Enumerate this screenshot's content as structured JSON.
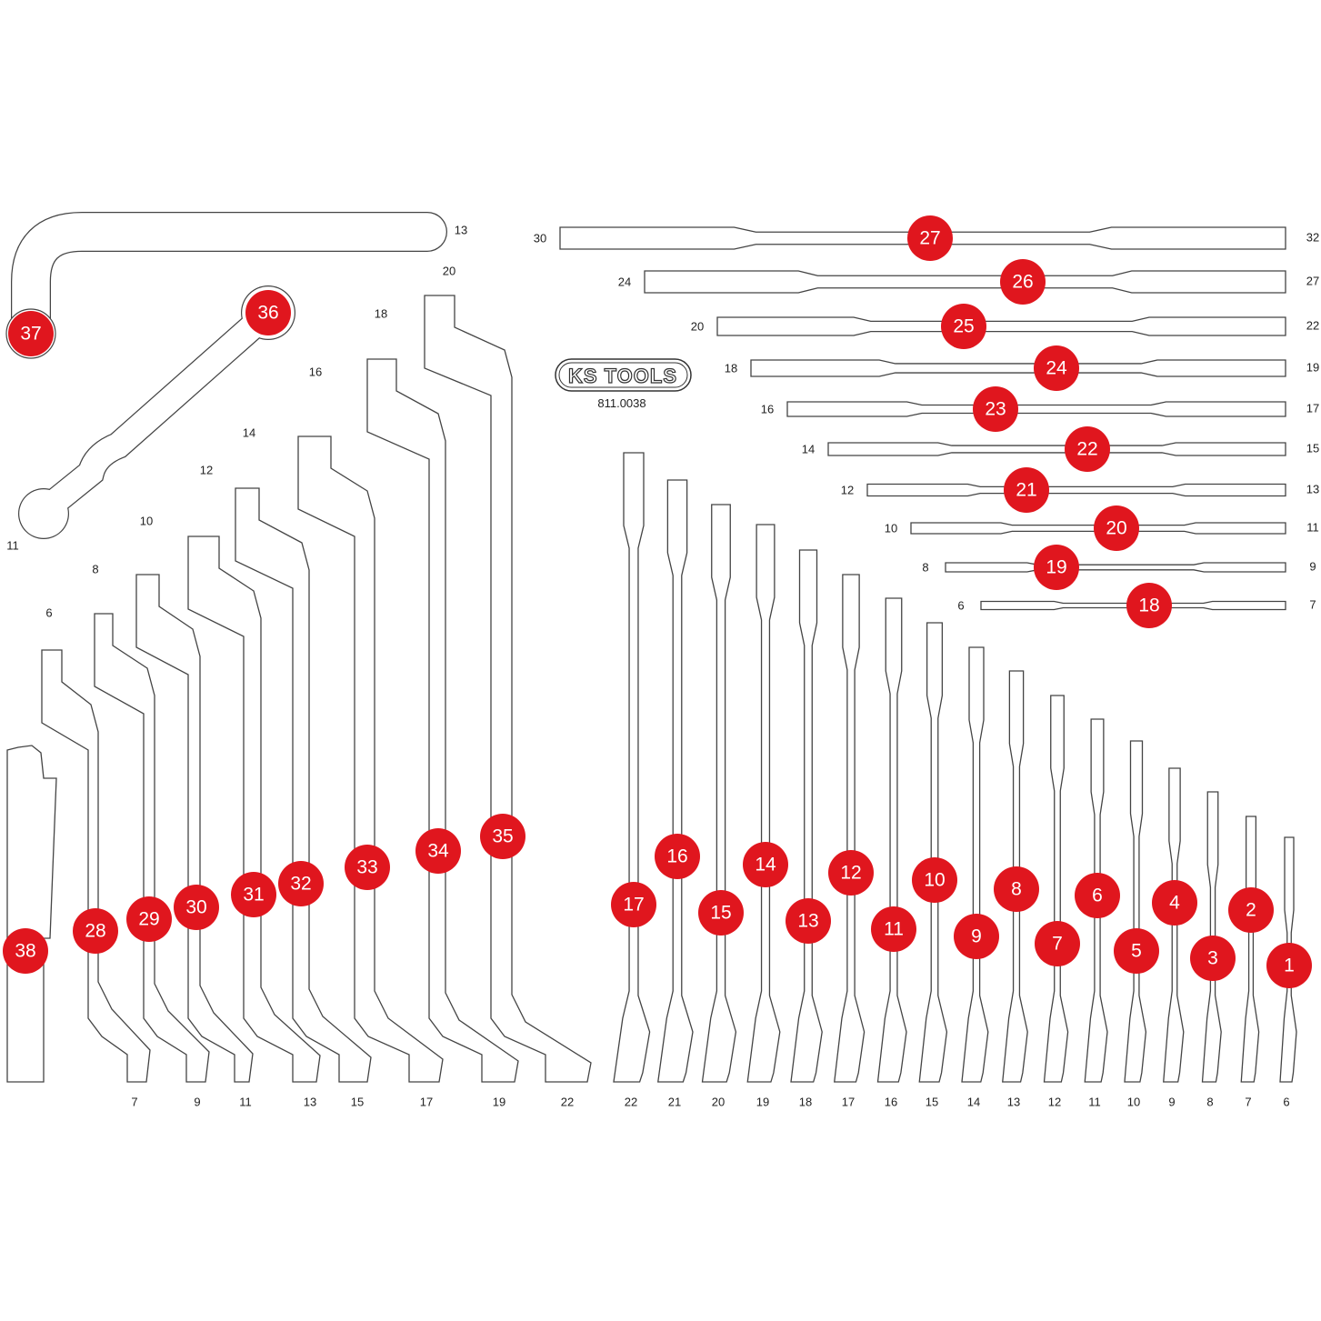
{
  "logo": {
    "brand": "KS TOOLS",
    "article_number": "811.0038"
  },
  "combination_wrenches": {
    "sizes": [
      "22",
      "21",
      "20",
      "19",
      "18",
      "17",
      "16",
      "15",
      "14",
      "13",
      "12",
      "11",
      "10",
      "9",
      "8",
      "7",
      "6"
    ],
    "badges": [
      "17",
      "16",
      "15",
      "14",
      "13",
      "12",
      "11",
      "10",
      "9",
      "8",
      "7",
      "6",
      "5",
      "4",
      "3",
      "2",
      "1"
    ]
  },
  "ratchet_wrenches": {
    "left_sizes": [
      "30",
      "24",
      "20",
      "18",
      "16",
      "14",
      "12",
      "10",
      "8",
      "6"
    ],
    "right_sizes": [
      "32",
      "27",
      "22",
      "19",
      "17",
      "15",
      "13",
      "11",
      "9",
      "7"
    ],
    "badges": [
      "27",
      "26",
      "25",
      "24",
      "23",
      "22",
      "21",
      "20",
      "19",
      "18"
    ]
  },
  "offset_ring_wrenches": {
    "top_sizes": [
      "6",
      "8",
      "10",
      "12",
      "14",
      "16",
      "18",
      "20"
    ],
    "bottom_sizes": [
      "7",
      "9",
      "11",
      "13",
      "15",
      "17",
      "19",
      "22"
    ],
    "badges": [
      "28",
      "29",
      "30",
      "31",
      "32",
      "33",
      "34",
      "35"
    ]
  },
  "hex_key": {
    "size": "13",
    "badge": "37"
  },
  "offset_wrench": {
    "size": "11",
    "badge": "36"
  },
  "tool_38": {
    "badge": "38"
  },
  "colors": {
    "badge": "#e0161e",
    "outline": "#444444"
  }
}
